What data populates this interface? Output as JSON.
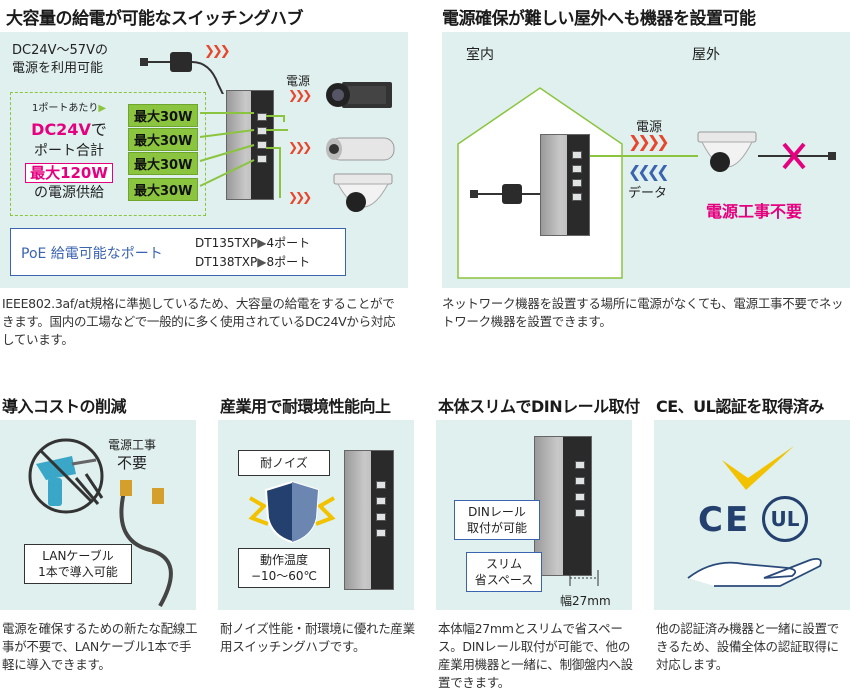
{
  "sections": {
    "top_left": {
      "title": "大容量の給電が可能なスイッチングハブ",
      "power_source_line1": "DC24V〜57Vの",
      "power_source_line2": "電源を利用可能",
      "power_label": "電源",
      "per_port": "1ポートあたり",
      "dc24v": "DC24V",
      "de": "で",
      "port_total": "ポート合計",
      "max120w": "最大120W",
      "power_supply": "の電源供給",
      "max_labels": [
        "最大30W",
        "最大30W",
        "最大30W",
        "最大30W"
      ],
      "poe_ports_label": "PoE 給電可能なポート",
      "model1": "DT135TXP",
      "model1_ports": "4ポート",
      "model2": "DT138TXP",
      "model2_ports": "8ポート",
      "description": "IEEE802.3af/at規格に準拠しているため、大容量の給電をすることができます。国内の工場などで一般的に多く使用されているDC24Vから対応しています。"
    },
    "top_right": {
      "title": "電源確保が難しい屋外へも機器を設置可能",
      "indoor": "室内",
      "outdoor": "屋外",
      "power_label": "電源",
      "data_label": "データ",
      "no_power_work": "電源工事不要",
      "description": "ネットワーク機器を設置する場所に電源がなくても、電源工事不要でネットワーク機器を設置できます。"
    },
    "cost": {
      "title": "導入コストの削減",
      "power_work_line1": "電源工事",
      "power_work_line2": "不要",
      "lan_line1": "LANケーブル",
      "lan_line2": "1本で導入可能",
      "description": "電源を確保するための新たな配線工事が不要で、LANケーブル1本で手軽に導入できます。"
    },
    "industrial": {
      "title": "産業用で耐環境性能向上",
      "noise": "耐ノイズ",
      "temp_line1": "動作温度",
      "temp_line2": "−10〜60℃",
      "description": "耐ノイズ性能・耐環境に優れた産業用スイッチングハブです。"
    },
    "din": {
      "title": "本体スリムでDINレール取付",
      "din_line1": "DINレール",
      "din_line2": "取付が可能",
      "slim_line1": "スリム",
      "slim_line2": "省スペース",
      "width": "幅27mm",
      "description": "本体幅27mmとスリムで省スペース。DINレール取付が可能で、他の産業用機器と一緒に、制御盤内へ設置できます。"
    },
    "cert": {
      "title": "CE、UL認証を取得済み",
      "ce": "CE",
      "ul": "UL",
      "description": "他の認証済み機器と一緒に設置できるため、設備全体の認証取得に対応します。"
    }
  },
  "colors": {
    "panel": "#dff0ee",
    "green": "#8bc43f",
    "magenta": "#e5007f",
    "red_arrow": "#e8452c",
    "blue_arrow": "#3a63b0",
    "yellow": "#f2c200"
  }
}
